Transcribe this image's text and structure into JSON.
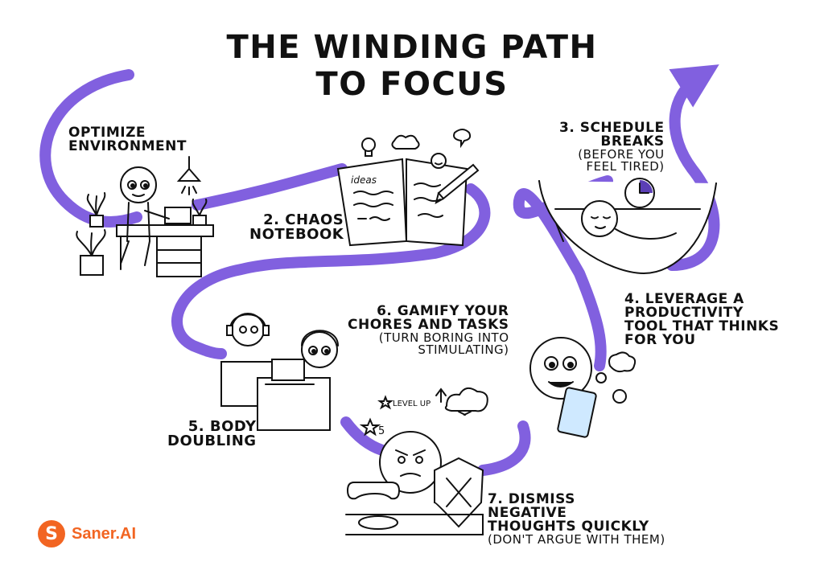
{
  "title": {
    "line1": "THE WINDING PATH",
    "line2": "TO FOCUS"
  },
  "steps": [
    {
      "lines": [
        "OPTIMIZE",
        "ENVIRONMENT"
      ],
      "sub": []
    },
    {
      "lines": [
        "2. CHAOS",
        "NOTEBOOK"
      ],
      "sub": []
    },
    {
      "lines": [
        "3. SCHEDULE",
        "BREAKS"
      ],
      "sub": [
        "(BEFORE YOU",
        "FEEL TIRED)"
      ]
    },
    {
      "lines": [
        "4. LEVERAGE A",
        "PRODUCTIVITY",
        "TOOL THAT THINKS",
        "FOR YOU"
      ],
      "sub": []
    },
    {
      "lines": [
        "5. BODY",
        "DOUBLING"
      ],
      "sub": []
    },
    {
      "lines": [
        "6. GAMIFY YOUR",
        "CHORES AND TASKS"
      ],
      "sub": [
        "(TURN BORING INTO",
        "STIMULATING)"
      ]
    },
    {
      "lines": [
        "7. DISMISS",
        "NEGATIVE",
        "THOUGHTS QUICKLY"
      ],
      "sub": [
        "(DON'T ARGUE WITH THEM)"
      ]
    }
  ],
  "doodle_text": {
    "notebook_word": "ideas",
    "level_up": "LEVEL UP",
    "star_count": "5"
  },
  "brand": {
    "badge": "S",
    "name": "Saner.AI",
    "color": "#f26522"
  },
  "colors": {
    "path": "#8160df",
    "ink": "#111111",
    "tablet_glow": "#cfe9ff"
  },
  "icons": [
    "lamp-icon",
    "plant-icon",
    "lightbulb-icon",
    "pencil-icon",
    "clock-icon",
    "headphones-icon",
    "laptop-icon",
    "gear-icon",
    "brain-icon",
    "tablet-icon",
    "shield-icon",
    "game-controller-icon",
    "storm-cloud-icon",
    "star-icon",
    "arrow-up-icon"
  ]
}
